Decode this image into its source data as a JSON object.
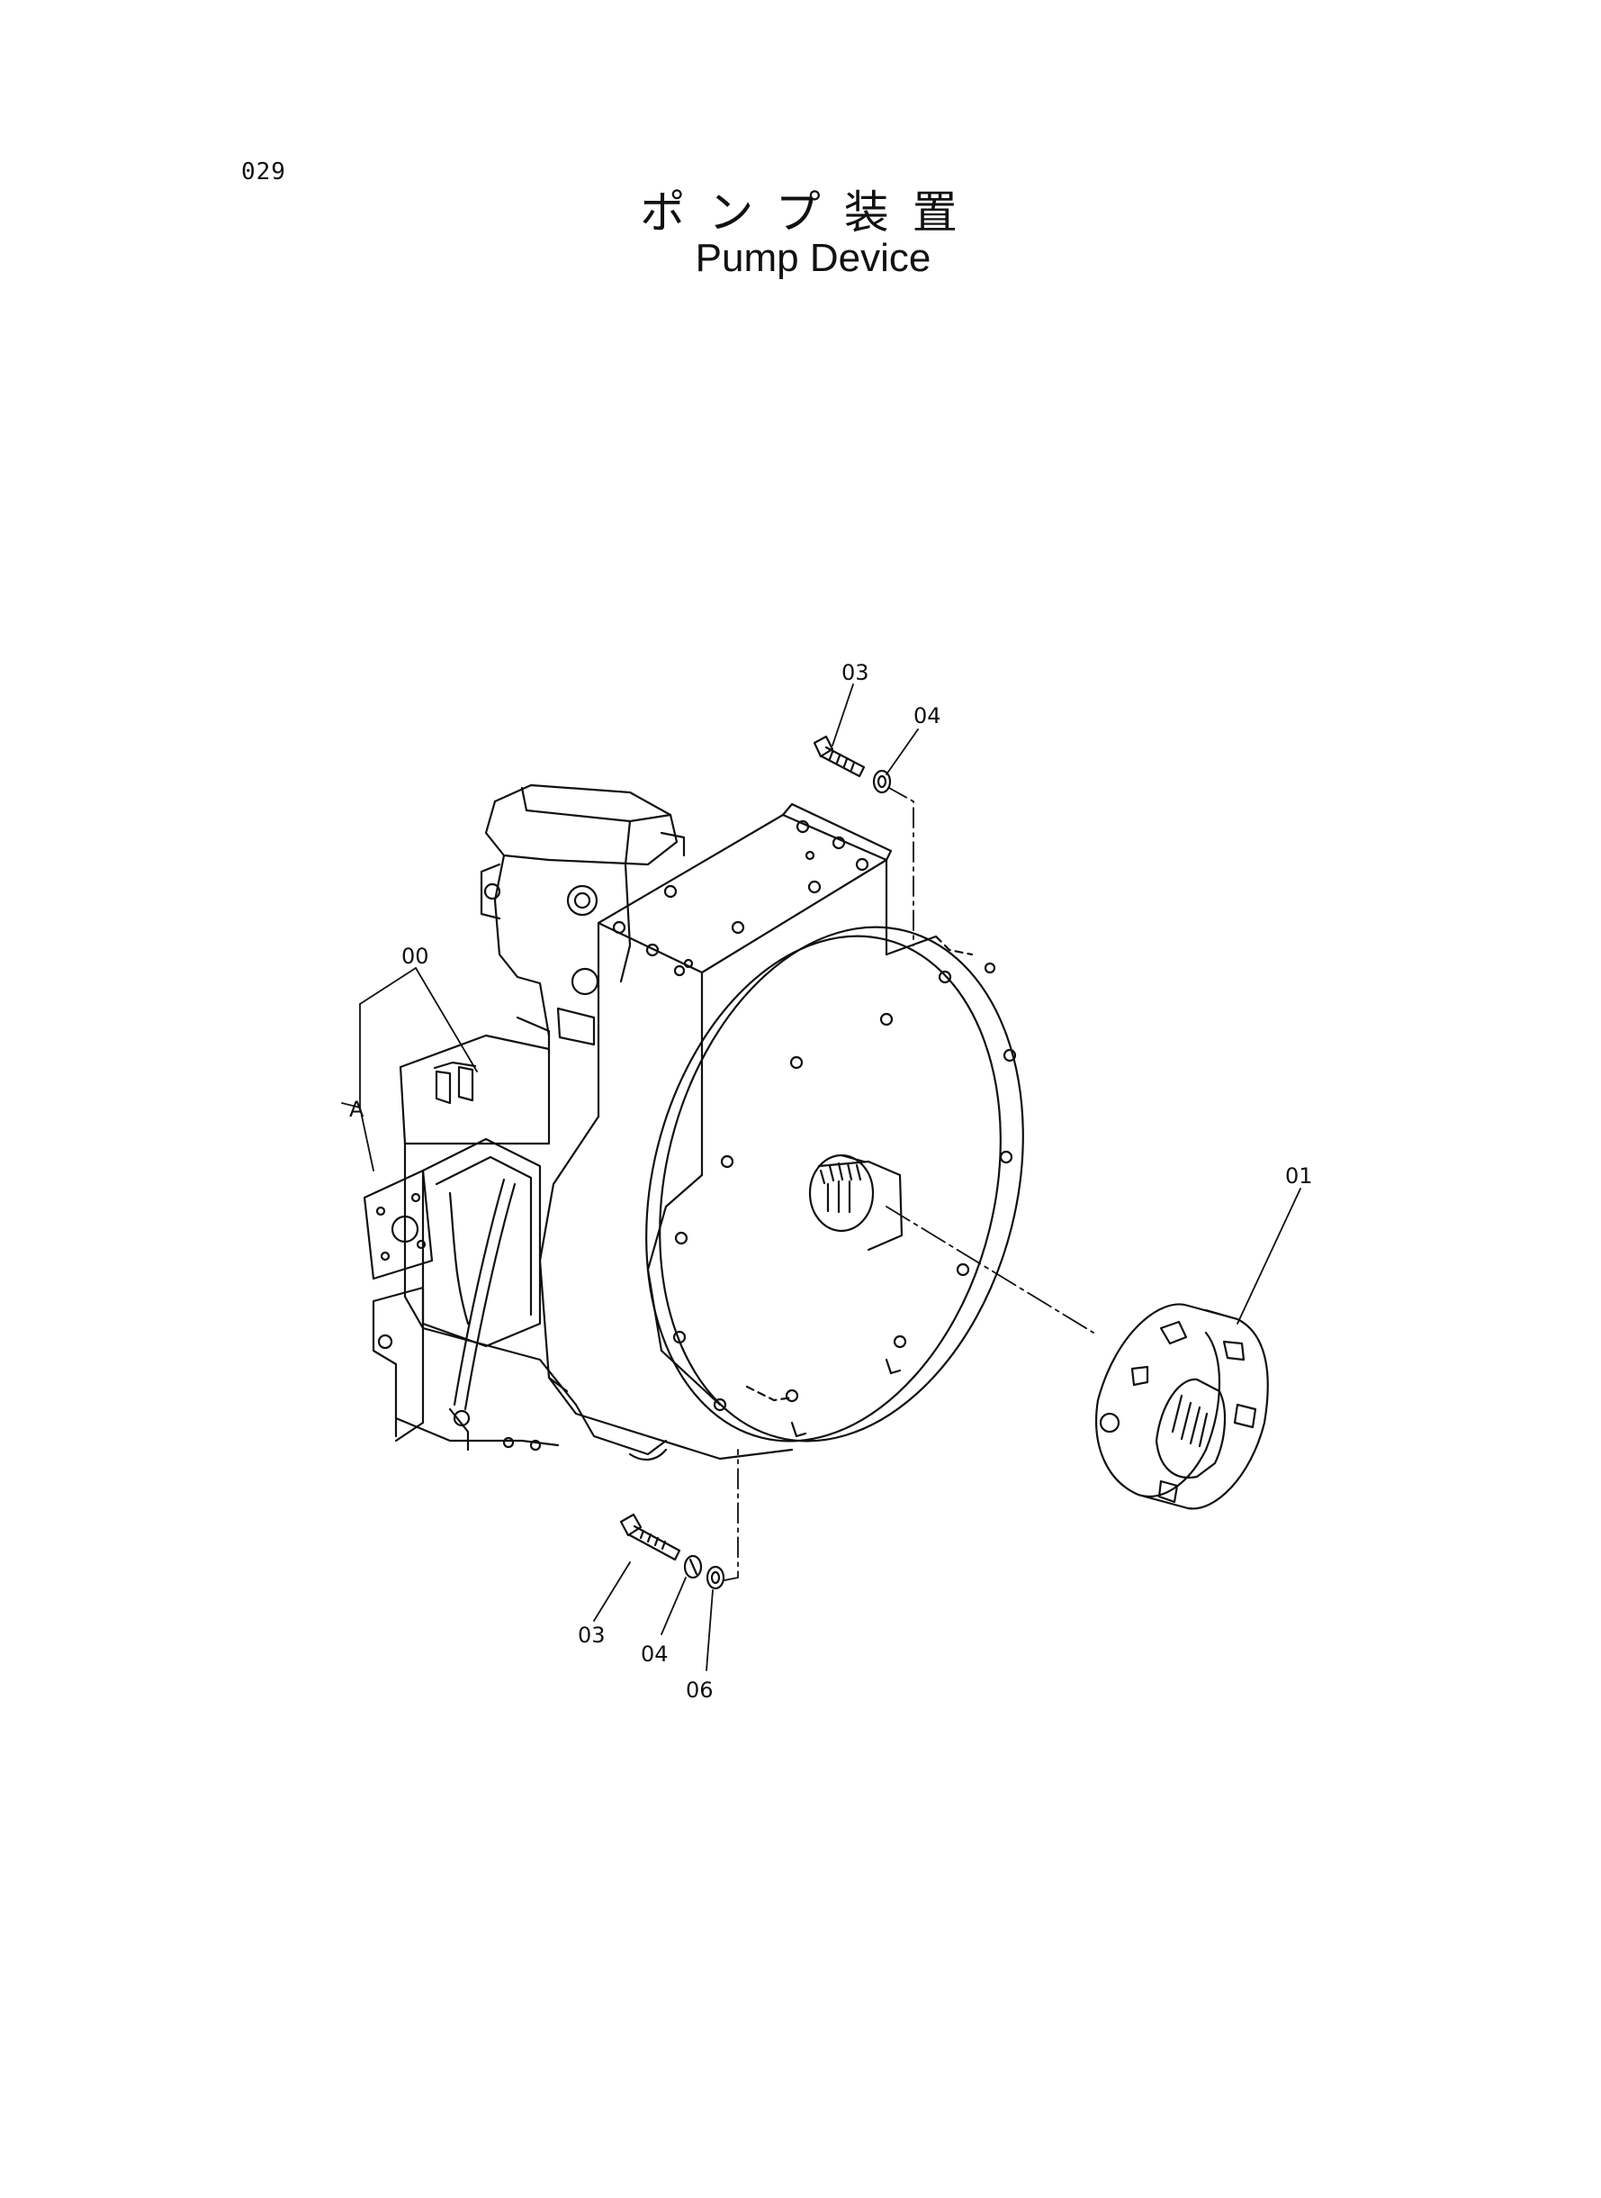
{
  "page": {
    "number": "029",
    "title_ja": "ポンプ装置",
    "title_en": "Pump Device"
  },
  "callouts": {
    "assembly": "00",
    "assembly_group": "A",
    "coupling": "01",
    "bolt_top": "03",
    "washer_top": "04",
    "bolt_bottom": "03",
    "washer_bottom": "04",
    "spring_washer_bottom": "06"
  },
  "colors": {
    "ink": "#111111",
    "paper": "#ffffff"
  }
}
